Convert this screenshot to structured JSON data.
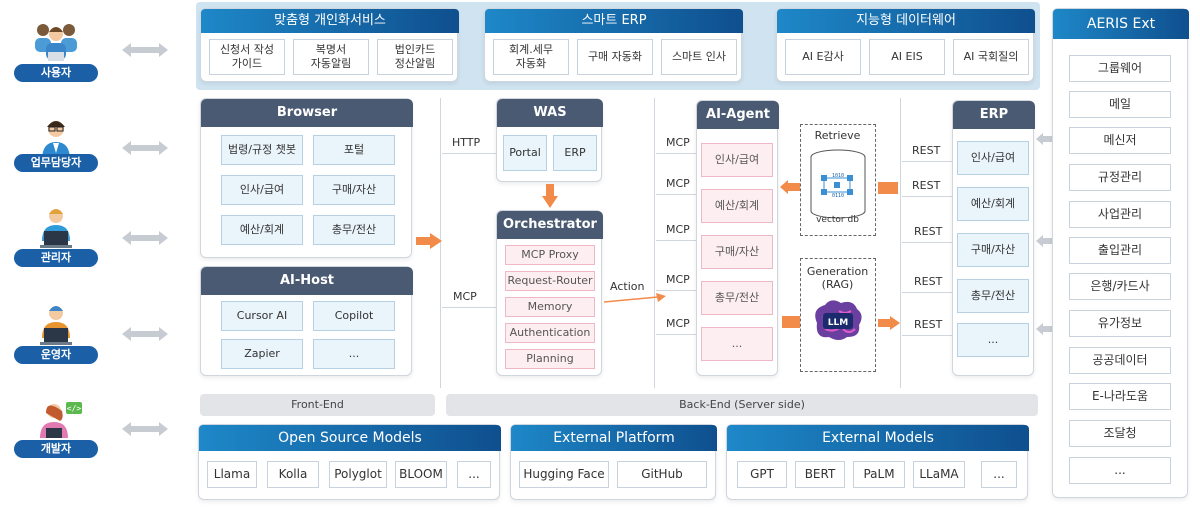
{
  "actors": [
    {
      "label": "사용자",
      "icon": "user-group-icon"
    },
    {
      "label": "업무담당자",
      "icon": "staff-icon"
    },
    {
      "label": "관리자",
      "icon": "admin-icon"
    },
    {
      "label": "운영자",
      "icon": "operator-icon"
    },
    {
      "label": "개발자",
      "icon": "developer-icon"
    }
  ],
  "top_groups": [
    {
      "title": "맞춤형 개인화서비스",
      "items": [
        "신청서 작성\n가이드",
        "복명서\n자동알림",
        "법인카드\n정산알림"
      ]
    },
    {
      "title": "스마트 ERP",
      "items": [
        "회계.세무\n자동화",
        "구매 자동화",
        "스마트 인사"
      ]
    },
    {
      "title": "지능형 데이터웨어",
      "items": [
        "AI E감사",
        "AI EIS",
        "AI 국회질의"
      ]
    }
  ],
  "browser": {
    "title": "Browser",
    "items": [
      "법령/규정 챗봇",
      "포털",
      "인사/급여",
      "구매/자산",
      "예산/회계",
      "총무/전산"
    ]
  },
  "aihost": {
    "title": "AI-Host",
    "items": [
      "Cursor AI",
      "Copilot",
      "Zapier",
      "..."
    ]
  },
  "was": {
    "title": "WAS",
    "items": [
      "Portal",
      "ERP"
    ]
  },
  "orchestrator": {
    "title": "Orchestrator",
    "items": [
      "MCP Proxy",
      "Request-Router",
      "Memory",
      "Authentication",
      "Planning"
    ]
  },
  "aiagent": {
    "title": "AI-Agent",
    "items": [
      "인사/급여",
      "예산/회계",
      "구매/자산",
      "총무/전산",
      "..."
    ]
  },
  "erp": {
    "title": "ERP",
    "items": [
      "인사/급여",
      "예산/회계",
      "구매/자산",
      "총무/전산",
      "..."
    ]
  },
  "retrieve": {
    "title": "Retrieve",
    "db": "vector db"
  },
  "generation": {
    "title": "Generation\n(RAG)",
    "chip": "LLM"
  },
  "protocols": {
    "http": "HTTP",
    "mcp": "MCP",
    "action": "Action",
    "mcp_agent": [
      "MCP",
      "MCP",
      "MCP",
      "MCP",
      "MCP"
    ],
    "rest": [
      "REST",
      "REST",
      "REST",
      "REST",
      "REST"
    ]
  },
  "bars": {
    "frontend": "Front-End",
    "backend": "Back-End (Server side)"
  },
  "bottom_groups": [
    {
      "title": "Open Source Models",
      "items": [
        "Llama",
        "Kolla",
        "Polyglot",
        "BLOOM",
        "..."
      ]
    },
    {
      "title": "External Platform",
      "items": [
        "Hugging Face",
        "GitHub"
      ]
    },
    {
      "title": "External Models",
      "items": [
        "GPT",
        "BERT",
        "PaLM",
        "LLaMA",
        "..."
      ]
    }
  ],
  "aeris": {
    "title": "AERIS Ext",
    "items": [
      "그룹웨어",
      "메일",
      "메신저",
      "규정관리",
      "사업관리",
      "출입관리",
      "은행/카드사",
      "유가정보",
      "공공데이터",
      "E-나라도움",
      "조달청",
      "..."
    ]
  },
  "colors": {
    "accent": "#1b5fa6",
    "slate": "#4a5a73",
    "arrow": "#f28a4a",
    "pink": "#fdeef2"
  }
}
